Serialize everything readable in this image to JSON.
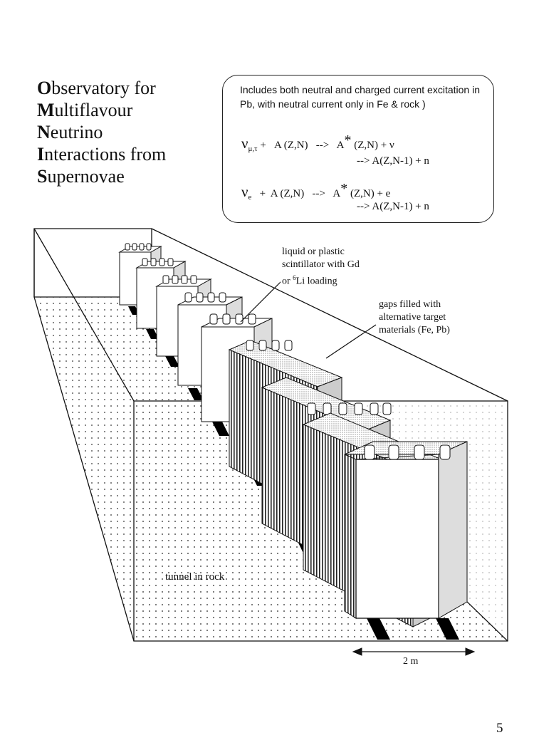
{
  "title": {
    "line1_initial": "O",
    "line1_rest": "bservatory for",
    "line2_initial": "M",
    "line2_rest": "ultiflavour",
    "line3_initial": "N",
    "line3_rest": "eutrino",
    "line4_initial": "I",
    "line4_rest": "nteractions from",
    "line5_initial": "S",
    "line5_rest": "upernovae"
  },
  "infobox": {
    "description": "Includes both neutral and charged current excitation in Pb, with neutral current only in Fe & rock )",
    "eq1": {
      "nu": "ν",
      "sub": "μ,τ",
      "lhs": " +   A (Z,N)   -->   ",
      "a": "A",
      "star": "*",
      "rhs": " (Z,N) + ν",
      "line2": "--> A(Z,N-1)  +  n"
    },
    "eq2": {
      "nu": "ν",
      "sub": "e",
      "lhs": "   +  A (Z,N)   -->   ",
      "a": "A",
      "star": "*",
      "rhs": " (Z,N) + e",
      "line2": "--> A(Z,N-1)  +  n"
    }
  },
  "labels": {
    "scintillator_line1": "liquid or plastic",
    "scintillator_line2": "scintillator with Gd",
    "scintillator_line3_pre": "or ",
    "scintillator_line3_sup": "6",
    "scintillator_line3_post": "Li loading",
    "gaps_line1": "gaps filled with",
    "gaps_line2": "alternative target",
    "gaps_line3": "materials (Fe, Pb)",
    "tunnel": "tunnel in rock",
    "scale": "2 m"
  },
  "page_number": "5"
}
